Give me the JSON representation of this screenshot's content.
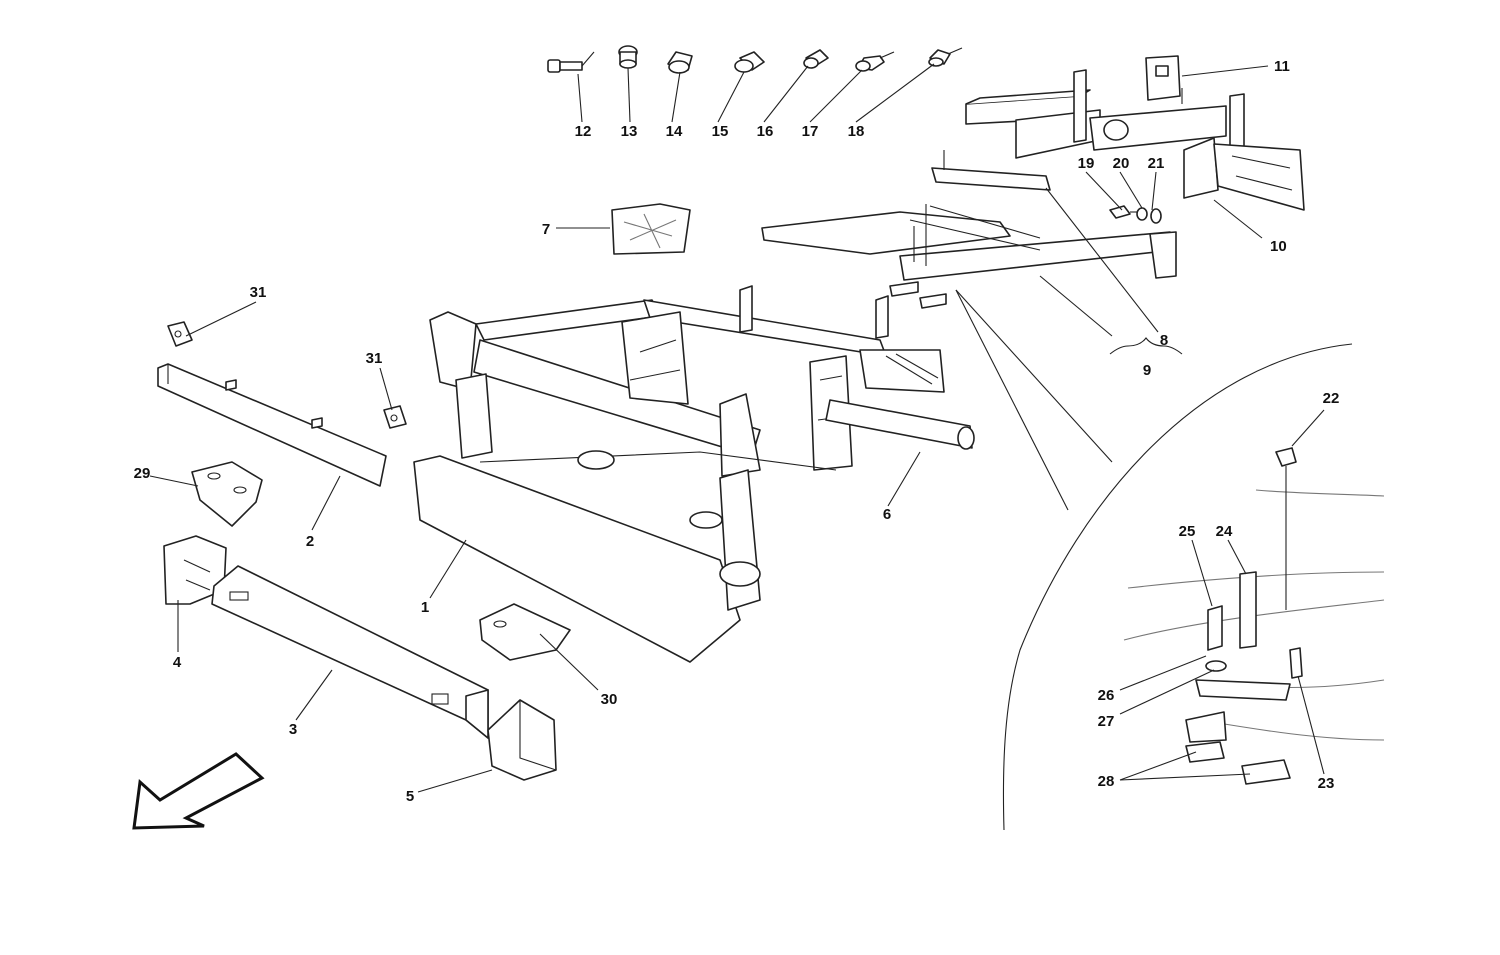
{
  "callouts": [
    "1",
    "2",
    "3",
    "4",
    "5",
    "6",
    "7",
    "8",
    "9",
    "10",
    "11",
    "12",
    "13",
    "14",
    "15",
    "16",
    "17",
    "18",
    "19",
    "20",
    "21",
    "22",
    "23",
    "24",
    "25",
    "26",
    "27",
    "28",
    "29",
    "30",
    "31",
    "31"
  ],
  "icons": {
    "direction_arrow": "arrow-down-left-icon"
  }
}
